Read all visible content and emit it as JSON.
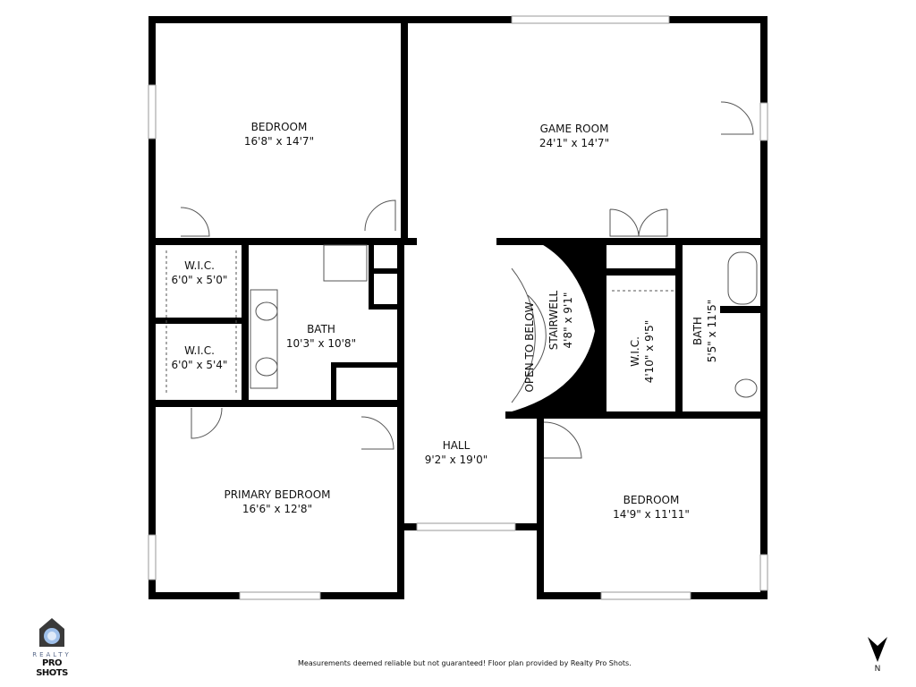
{
  "rooms": {
    "bedroom_nw": {
      "name": "BEDROOM",
      "size": "16'8\" x 14'7\""
    },
    "game_room": {
      "name": "GAME ROOM",
      "size": "24'1\" x 14'7\""
    },
    "wic_1": {
      "name": "W.I.C.",
      "size": "6'0\" x 5'0\""
    },
    "wic_2": {
      "name": "W.I.C.",
      "size": "6'0\" x 5'4\""
    },
    "bath_main": {
      "name": "BATH",
      "size": "10'3\" x 10'8\""
    },
    "open_to_below": {
      "name": "OPEN TO BELOW"
    },
    "stairwell": {
      "name": "STAIRWELL",
      "size": "4'8\" x 9'1\""
    },
    "wic_3": {
      "name": "W.I.C.",
      "size": "4'10\" x 9'5\""
    },
    "bath_2": {
      "name": "BATH",
      "size": "5'5\" x 11'5\""
    },
    "hall": {
      "name": "HALL",
      "size": "9'2\" x 19'0\""
    },
    "primary_bedroom": {
      "name": "PRIMARY BEDROOM",
      "size": "16'6\" x 12'8\""
    },
    "bedroom_se": {
      "name": "BEDROOM",
      "size": "14'9\" x 11'11\""
    }
  },
  "logo": {
    "line1": "REALTY",
    "line2": "PRO SHOTS"
  },
  "footer": "Measurements deemed reliable but not guaranteed! Floor plan provided by Realty Pro Shots.",
  "compass": {
    "label": "N",
    "icon": "north-arrow-icon"
  },
  "colors": {
    "wall": "#000000",
    "fixture": "#555555",
    "window": "#999999"
  }
}
